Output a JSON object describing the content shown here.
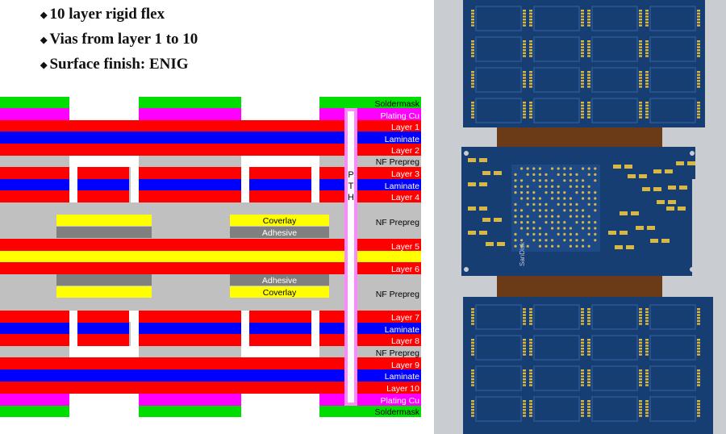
{
  "header": {
    "bullets": [
      "10 layer rigid flex",
      "Vias from layer 1 to 10",
      "Surface finish: ENIG"
    ]
  },
  "stackup": {
    "via_label": [
      "P",
      "T",
      "H"
    ],
    "layer_labels": [
      "Soldermask",
      "Plating Cu",
      "Layer 1",
      "Laminate",
      "Layer 2",
      "NF Prepreg",
      "Layer 3",
      "Laminate",
      "Layer 4",
      "NF Prepreg",
      "Layer 5",
      "Layer 6",
      "NF Prepreg",
      "Layer 7",
      "Laminate",
      "Layer 8",
      "NF Prepreg",
      "Layer 9",
      "Laminate",
      "Layer 10",
      "Plating Cu",
      "Soldermask"
    ],
    "flex_labels": [
      "Coverlay",
      "Adhesive",
      "Adhesive",
      "Coverlay"
    ],
    "colors": {
      "soldermask": "#00dd00",
      "plating": "#ff00ff",
      "copper": "#ff0000",
      "laminate": "#0000ff",
      "prepreg": "#c0c0c0",
      "coverlay": "#ffff00",
      "adhesive": "#808080",
      "via": "#ff88ff"
    }
  },
  "board": {
    "silkscreen": "SanDisk",
    "colors": {
      "soldermask": "#173e73",
      "pad": "#d8b744",
      "flex": "#6a3b16"
    }
  }
}
